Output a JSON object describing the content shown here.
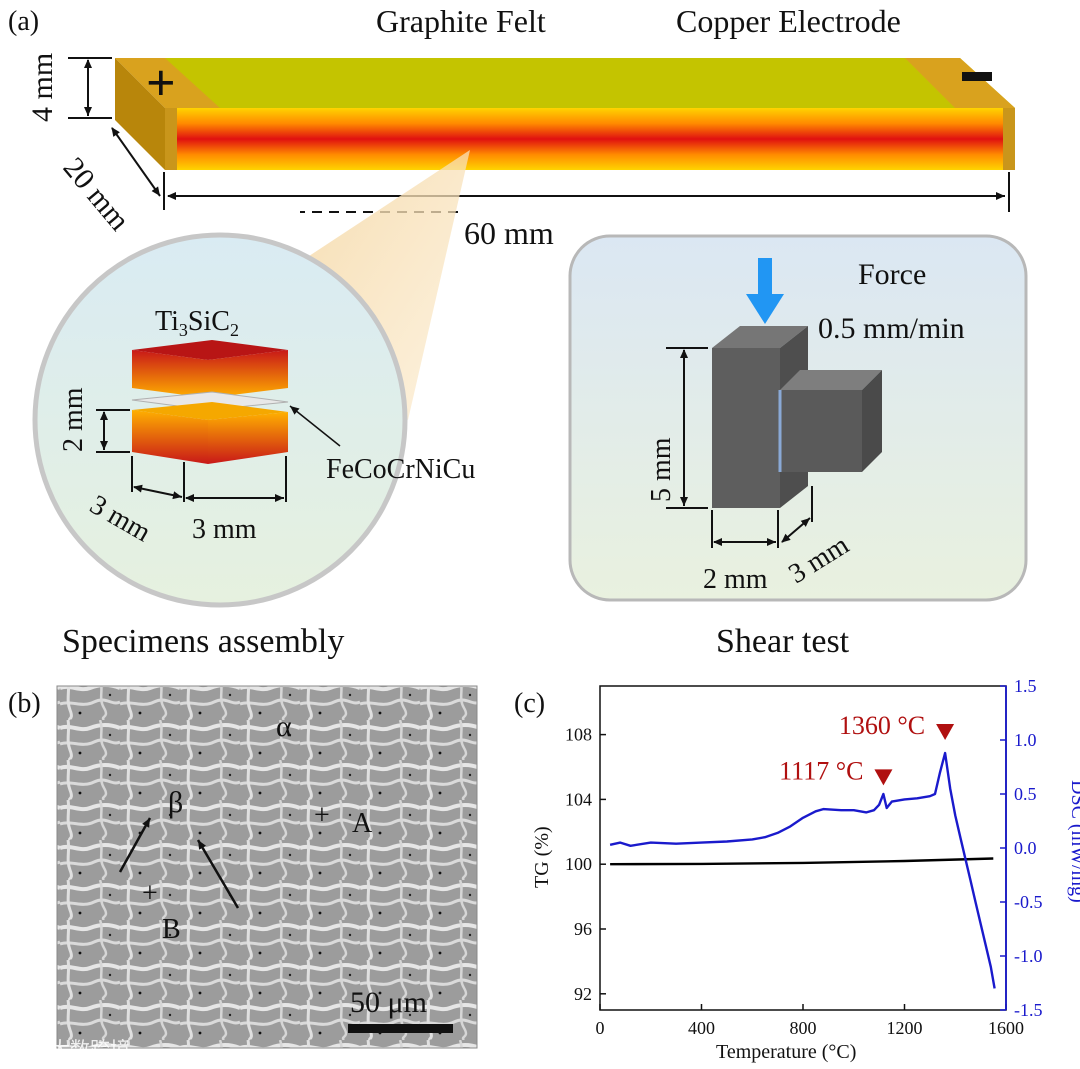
{
  "panel_a": {
    "label": "(a)",
    "graphite_felt": "Graphite Felt",
    "copper_electrode": "Copper Electrode",
    "plus_sign": "+",
    "minus_sign": "−",
    "dim_height": "4 mm",
    "dim_width": "20 mm",
    "dim_length": "60 mm",
    "assembly": {
      "top_material": "Ti3SiC2",
      "interlayer": "FeCoCrNiCu",
      "dim_h": "2 mm",
      "dim_depth": "3 mm",
      "dim_width": "3 mm",
      "caption": "Specimens assembly"
    },
    "shear": {
      "force_label": "Force",
      "rate_label": "0.5 mm/min",
      "dim_h": "5 mm",
      "dim_w": "2 mm",
      "dim_d": "3 mm",
      "caption": "Shear test"
    }
  },
  "panel_b": {
    "label": "(b)",
    "phase_alpha": "α",
    "phase_beta": "β",
    "point_a": "A",
    "point_b": "B",
    "scale_bar": "50 μm",
    "watermark": "大数跨境"
  },
  "chart_data": {
    "type": "line",
    "panel_label": "(c)",
    "xlabel": "Temperature (°C)",
    "ylabel_left": "TG (%)",
    "ylabel_right": "DSC (mW/mg)",
    "xlim": [
      0,
      1600
    ],
    "ylim_left": [
      91,
      111
    ],
    "ylim_right": [
      -1.5,
      1.5
    ],
    "x_ticks": [
      "0",
      "400",
      "800",
      "1200",
      "1600"
    ],
    "y_left_ticks": [
      "92",
      "96",
      "100",
      "104",
      "108"
    ],
    "y_right_ticks": [
      "-1.5",
      "-1.0",
      "-0.5",
      "0.0",
      "0.5",
      "1.0",
      "1.5"
    ],
    "right_axis_color": "#1a1acc",
    "tg_color": "#000000",
    "dsc_color": "#1a1acc",
    "peak_color": "#b01010",
    "series": [
      {
        "axis": "left",
        "x": [
          40,
          400,
          800,
          1200,
          1550
        ],
        "y": [
          100.0,
          100.02,
          100.08,
          100.2,
          100.35
        ]
      },
      {
        "axis": "right",
        "x": [
          40,
          80,
          120,
          200,
          300,
          400,
          500,
          600,
          650,
          700,
          750,
          800,
          850,
          880,
          950,
          1000,
          1050,
          1080,
          1100,
          1117,
          1130,
          1150,
          1200,
          1250,
          1300,
          1320,
          1340,
          1360,
          1380,
          1400,
          1420,
          1440,
          1460,
          1480,
          1500,
          1520,
          1540,
          1555
        ],
        "y": [
          0.03,
          0.05,
          0.02,
          0.05,
          0.04,
          0.05,
          0.06,
          0.08,
          0.1,
          0.14,
          0.2,
          0.28,
          0.34,
          0.36,
          0.35,
          0.35,
          0.33,
          0.35,
          0.4,
          0.5,
          0.37,
          0.43,
          0.45,
          0.46,
          0.48,
          0.5,
          0.7,
          0.88,
          0.55,
          0.3,
          0.1,
          -0.1,
          -0.3,
          -0.5,
          -0.7,
          -0.9,
          -1.1,
          -1.3
        ]
      }
    ],
    "annotations": [
      {
        "text": "1117 °C",
        "x": 1117,
        "y": 0.58
      },
      {
        "text": "1360 °C",
        "x": 1360,
        "y": 1.0
      }
    ]
  }
}
